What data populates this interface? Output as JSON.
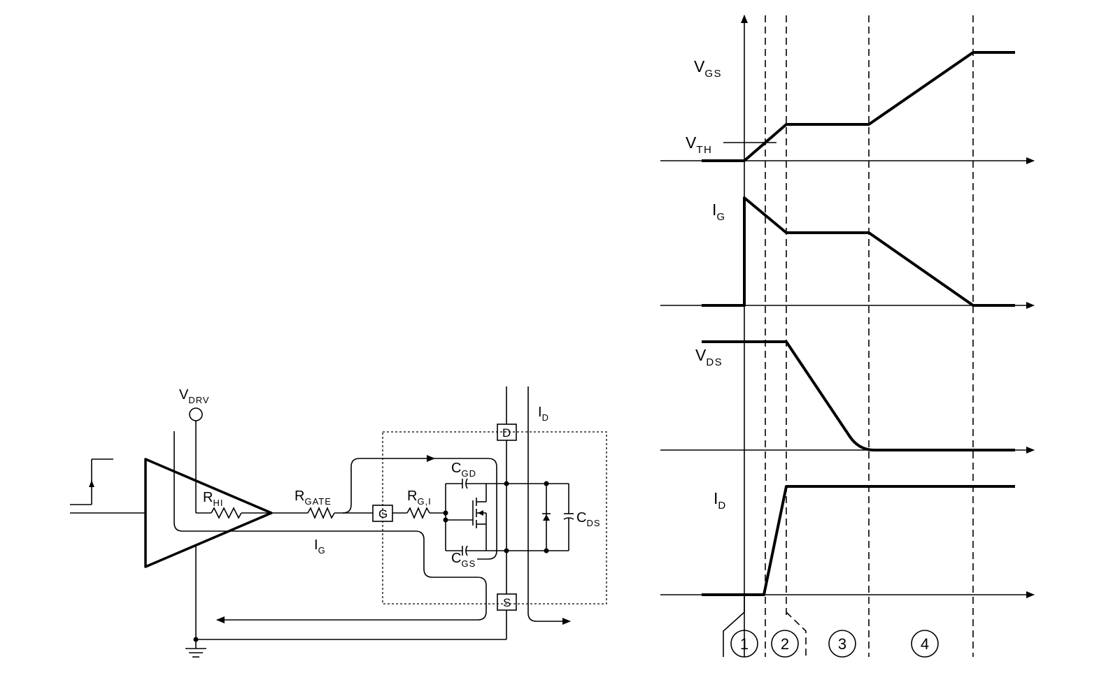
{
  "circuit": {
    "vdrv": {
      "main": "V",
      "sub": "DRV"
    },
    "rhi": {
      "main": "R",
      "sub": "HI"
    },
    "rgate": {
      "main": "R",
      "sub": "GATE"
    },
    "ig": {
      "main": "I",
      "sub": "G"
    },
    "rgi": {
      "main": "R",
      "sub": "G,I"
    },
    "cgd": {
      "main": "C",
      "sub": "GD"
    },
    "cgs": {
      "main": "C",
      "sub": "GS"
    },
    "cds": {
      "main": "C",
      "sub": "DS"
    },
    "id": {
      "main": "I",
      "sub": "D"
    },
    "pins": {
      "gate": "G",
      "drain": "D",
      "source": "S"
    }
  },
  "waveforms": {
    "vgs": {
      "main": "V",
      "sub": "GS"
    },
    "vth": {
      "main": "V",
      "sub": "TH"
    },
    "ig": {
      "main": "I",
      "sub": "G"
    },
    "vds": {
      "main": "V",
      "sub": "DS"
    },
    "id": {
      "main": "I",
      "sub": "D"
    }
  },
  "phases": [
    "1",
    "2",
    "3",
    "4"
  ]
}
